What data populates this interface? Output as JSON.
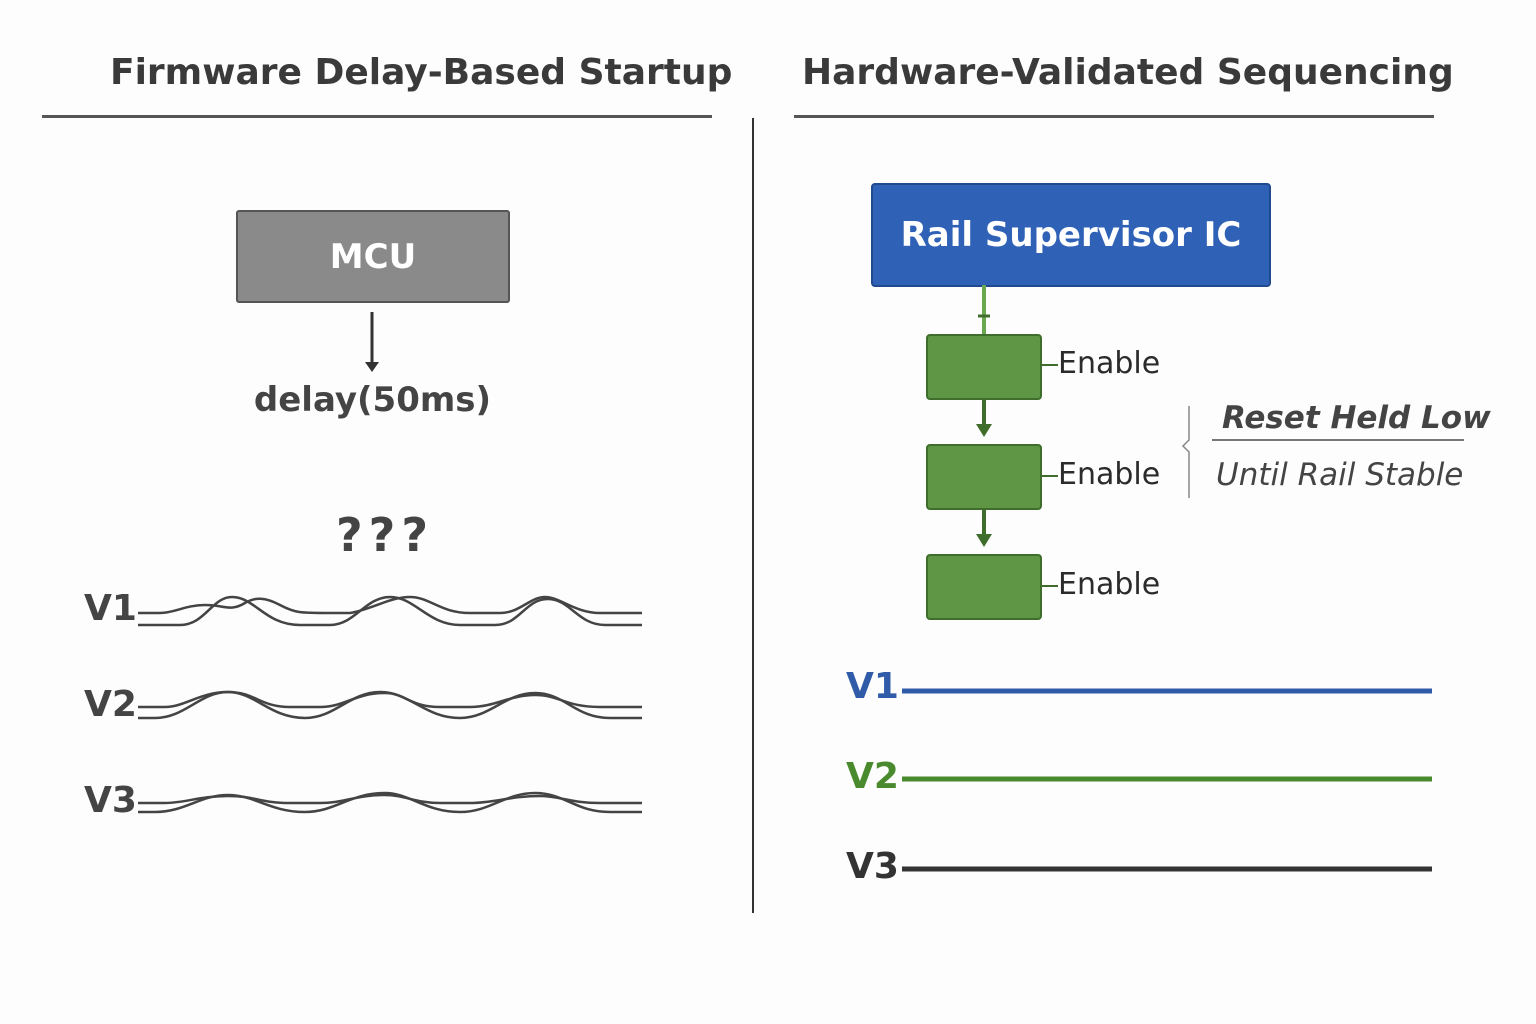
{
  "left": {
    "title": "Firmware Delay-Based Startup",
    "mcu_label": "MCU",
    "delay_label": "delay(50ms)",
    "uncertainty": "???",
    "rails": [
      "V1",
      "V2",
      "V3"
    ]
  },
  "right": {
    "title": "Hardware-Validated Sequencing",
    "supervisor_label": "Rail Supervisor IC",
    "enable_labels": [
      "Enable",
      "Enable",
      "Enable"
    ],
    "note_line1": "Reset Held Low",
    "note_line2": "Until Rail Stable",
    "rails": [
      {
        "label": "V1",
        "color": "#2f5ba8"
      },
      {
        "label": "V2",
        "color": "#4a8a2e"
      },
      {
        "label": "V3",
        "color": "#333333"
      }
    ]
  }
}
